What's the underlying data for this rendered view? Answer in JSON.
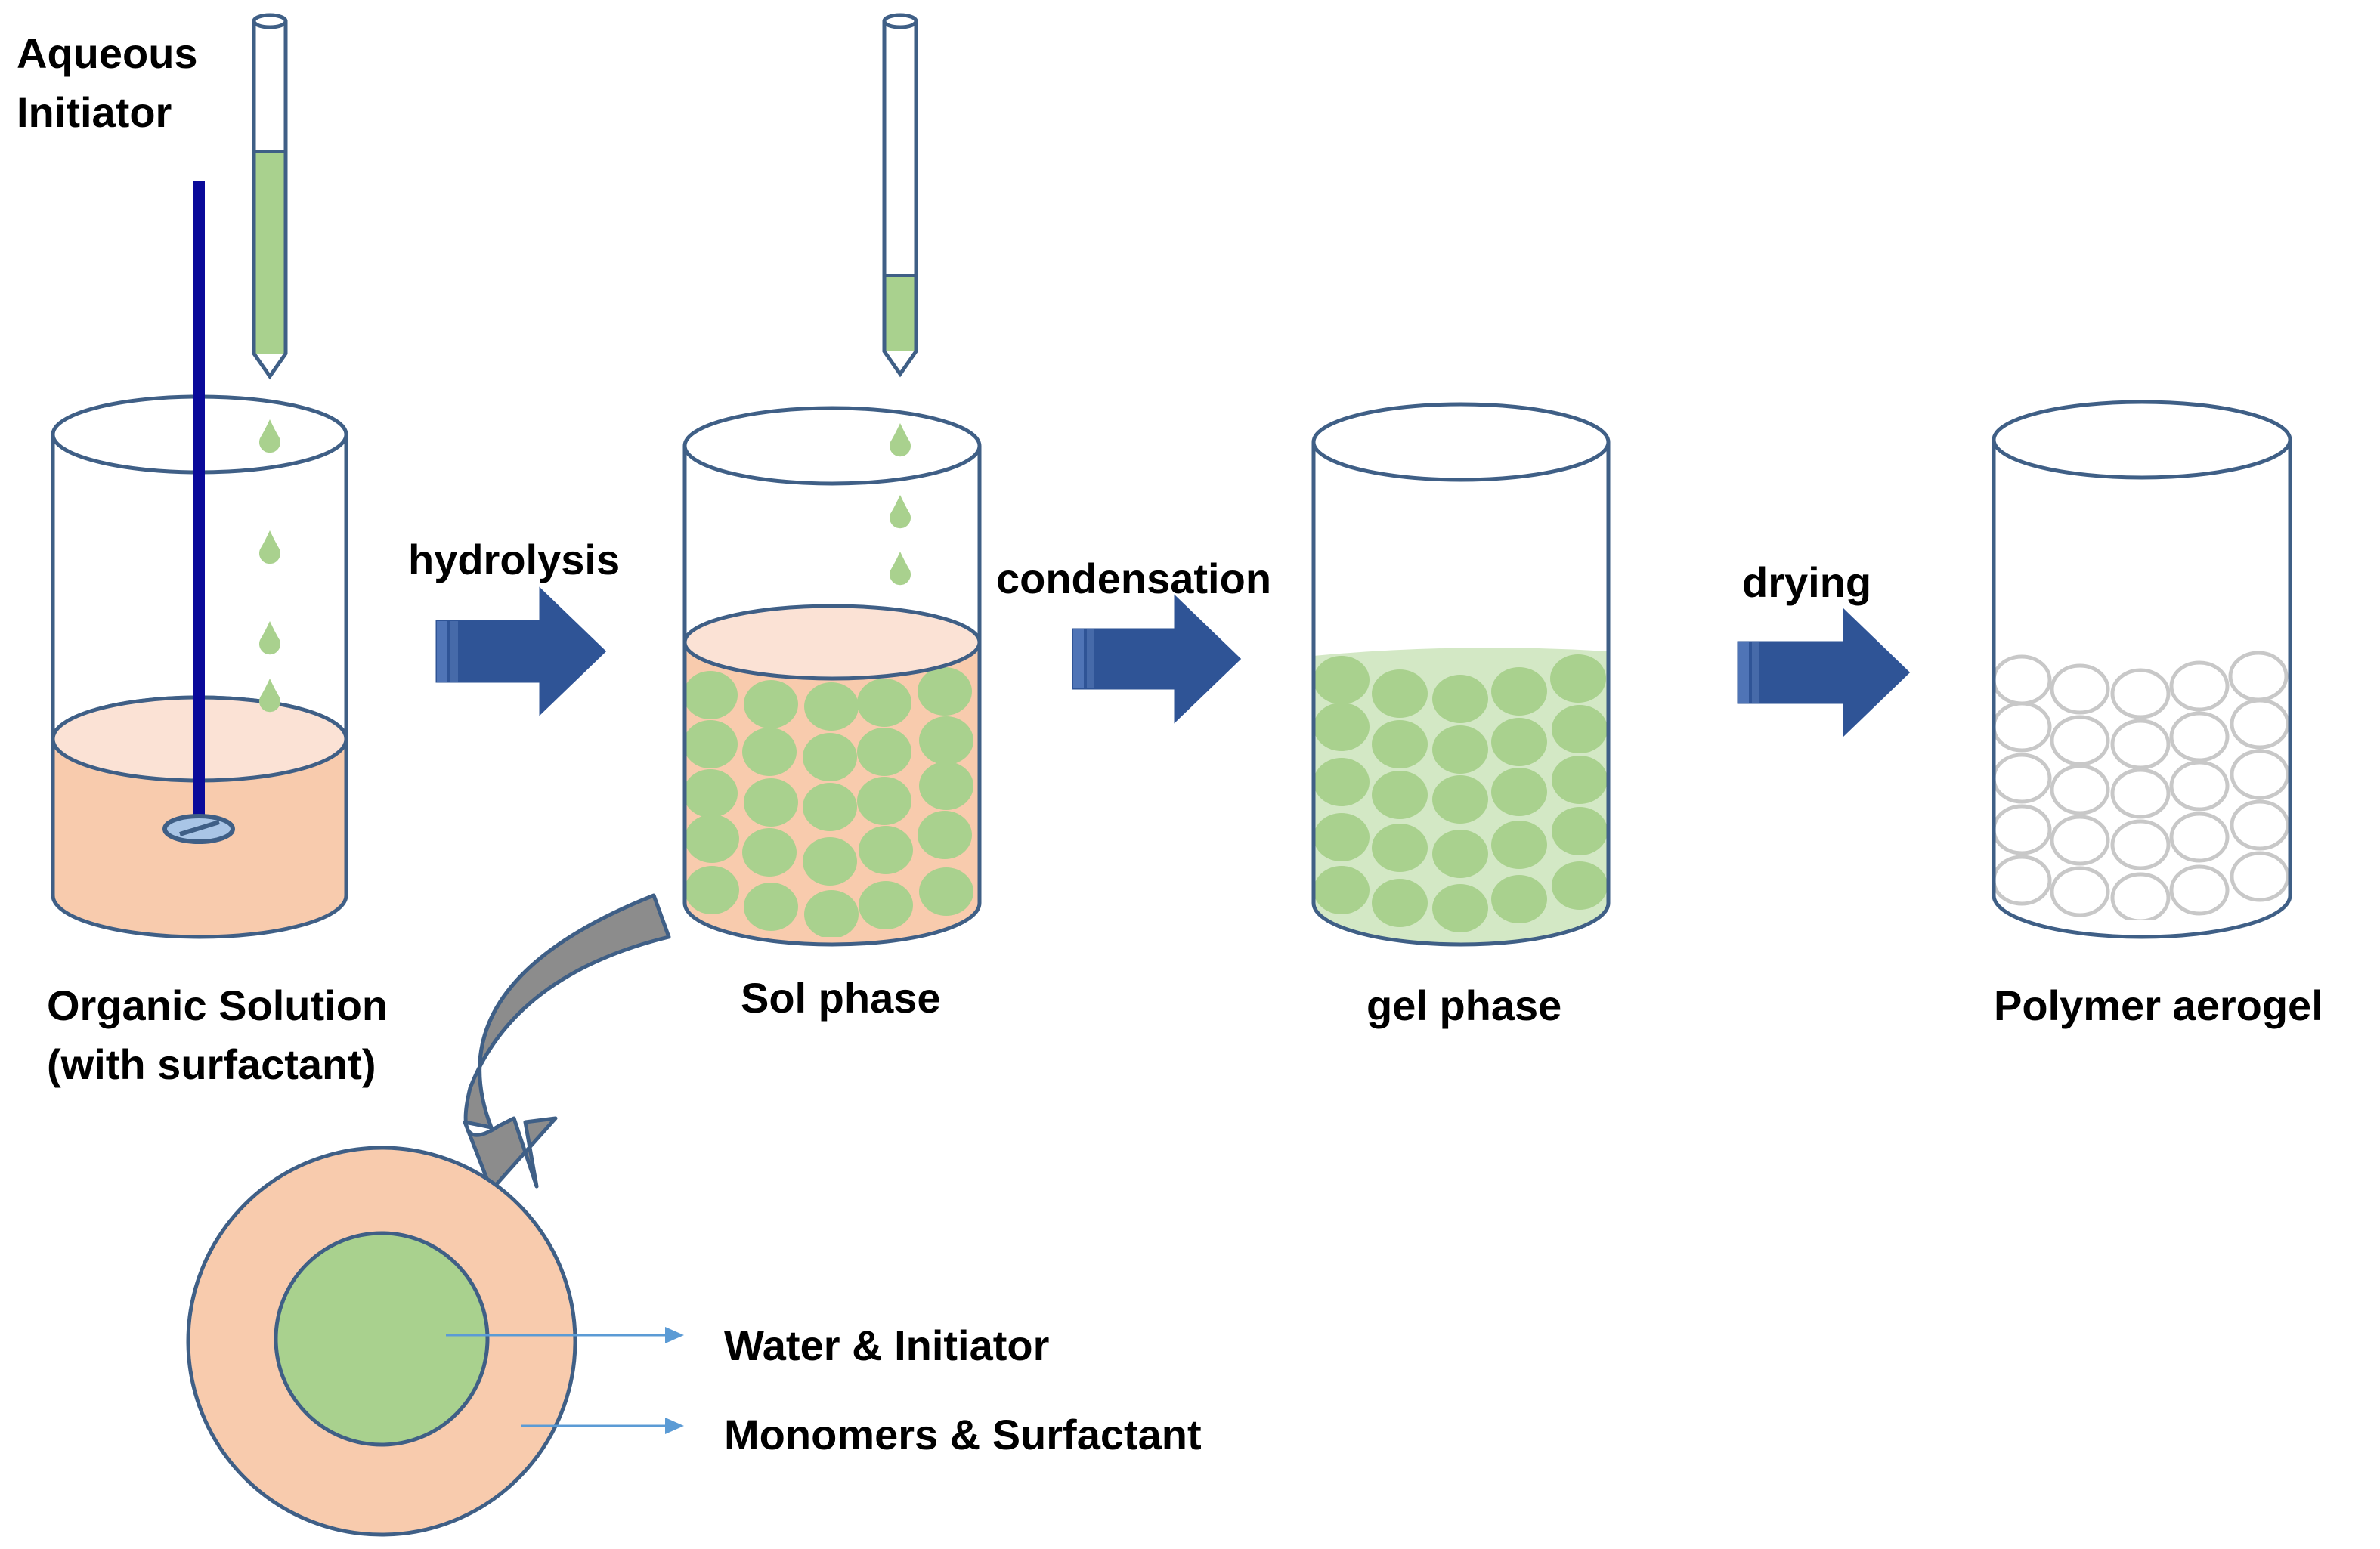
{
  "labels": {
    "aqueous_initiator": [
      "Aqueous",
      "Initiator"
    ],
    "organic_solution": [
      "Organic Solution",
      "(with surfactant)"
    ],
    "hydrolysis": "hydrolysis",
    "sol_phase": "Sol phase",
    "condensation": "condensation",
    "gel_phase": "gel phase",
    "drying": "drying",
    "polymer_aerogel": "Polymer aerogel",
    "water_initiator": "Water & Initiator",
    "monomers_surfactant": "Monomers & Surfactant"
  },
  "colors": {
    "outline": "#3f5f86",
    "organic_fill": "#f8cbad",
    "organic_surface": "#fbe2d5",
    "green_particle": "#a9d18e",
    "gel_matrix": "#d3e8c5",
    "arrow_blue": "#2f5496",
    "stirrer_blue": "#0a0a9a",
    "curved_arrow_gray": "#8c8c8c",
    "pointer_blue": "#5b9bd5",
    "aerogel_outline": "#c8c8c8"
  }
}
